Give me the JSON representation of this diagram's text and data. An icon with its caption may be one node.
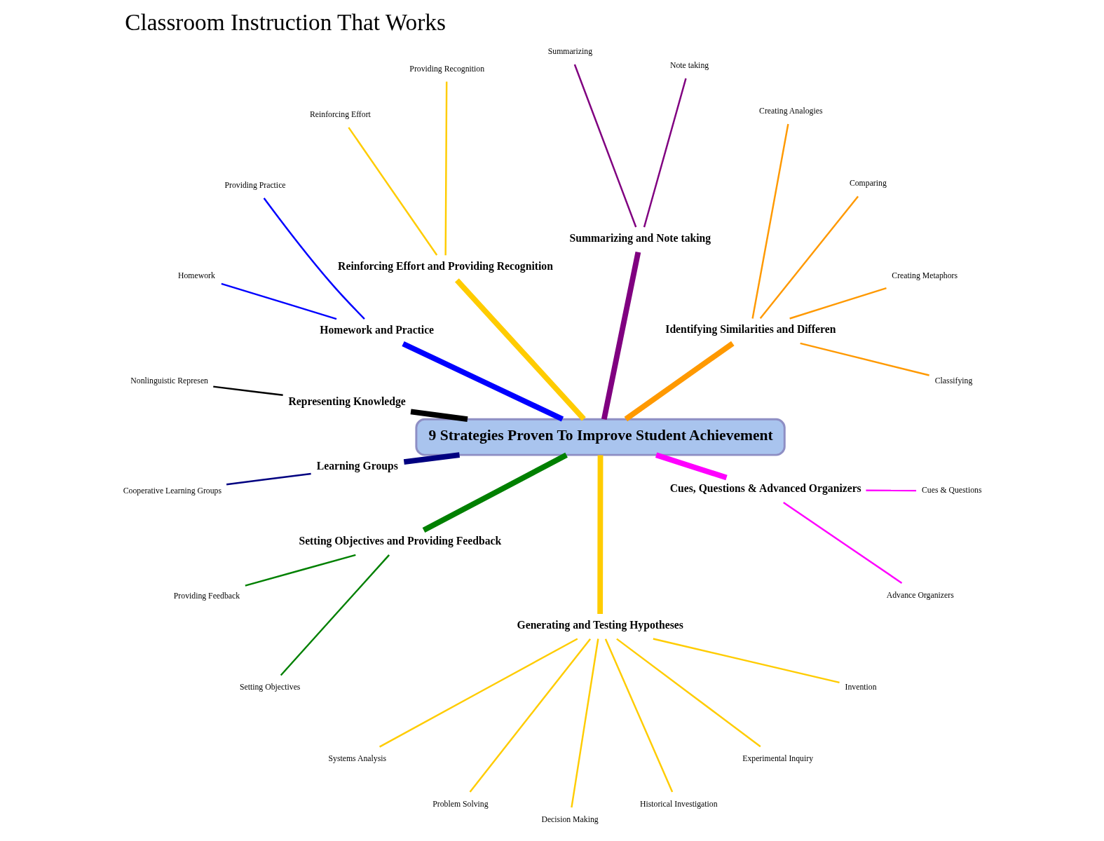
{
  "diagram": {
    "title": "Classroom Instruction That Works",
    "nodes": [
      {
        "text": [
          "9 Strategies Proven To Improve Student Achievement"
        ]
      },
      {
        "text": [
          "Identifying Similarities and Differen"
        ]
      },
      {
        "text": [
          "Classifying"
        ]
      },
      {
        "text": [
          "Creating Metaphors"
        ]
      },
      {
        "text": [
          "Comparing"
        ]
      },
      {
        "text": [
          "Creating Analogies"
        ]
      },
      {
        "text": [
          "Summarizing and Note taking"
        ]
      },
      {
        "text": [
          "Note taking"
        ]
      },
      {
        "text": [
          "Summarizing"
        ]
      },
      {
        "text": [
          "Reinforcing Effort and Providing Recognition"
        ]
      },
      {
        "text": [
          "Providing Recognition"
        ]
      },
      {
        "text": [
          "Reinforcing Effort"
        ]
      },
      {
        "text": [
          "Homework and Practice"
        ]
      },
      {
        "text": [
          "Providing Practice"
        ]
      },
      {
        "text": [
          "Homework"
        ]
      },
      {
        "text": [
          "Representing Knowledge"
        ]
      },
      {
        "text": [
          "Nonlinguistic Represen"
        ]
      },
      {
        "text": [
          "Learning Groups"
        ]
      },
      {
        "text": [
          "Cooperative Learning Groups"
        ]
      },
      {
        "text": [
          "Setting Objectives and Providing Feedback"
        ]
      },
      {
        "text": [
          "Providing Feedback"
        ]
      },
      {
        "text": [
          "Setting Objectives"
        ]
      },
      {
        "text": [
          "Generating and Testing Hypotheses"
        ]
      },
      {
        "text": [
          "Systems Analysis"
        ]
      },
      {
        "text": [
          "Problem Solving"
        ]
      },
      {
        "text": [
          "Decision Making"
        ]
      },
      {
        "text": [
          "Historical Investigation"
        ]
      },
      {
        "text": [
          "Experimental Inquiry"
        ]
      },
      {
        "text": [
          "Invention"
        ]
      },
      {
        "text": [
          "Cues, Questions & Advanced Organizers"
        ]
      },
      {
        "text": [
          "Advance Organizers"
        ]
      },
      {
        "text": [
          "Cues & Questions"
        ]
      }
    ],
    "edges": [
      {
        "from": 0,
        "to": 1,
        "arrow": "none",
        "style": "thick",
        "color": "#ff9900"
      },
      {
        "from": 1,
        "to": 2,
        "arrow": "none",
        "color": "#ff9900"
      },
      {
        "from": 1,
        "to": 3,
        "arrow": "none",
        "color": "#ff9900"
      },
      {
        "from": 1,
        "to": 4,
        "arrow": "none",
        "color": "#ff9900"
      },
      {
        "from": 1,
        "to": 5,
        "arrow": "none",
        "color": "#ff9900"
      },
      {
        "from": 0,
        "to": 6,
        "arrow": "none",
        "style": "thick",
        "color": "#800080"
      },
      {
        "from": 6,
        "to": 7,
        "arrow": "none",
        "color": "#800080"
      },
      {
        "from": 6,
        "to": 8,
        "arrow": "none",
        "color": "#800080"
      },
      {
        "from": 0,
        "to": 9,
        "arrow": "none",
        "style": "thick"
      },
      {
        "from": 9,
        "to": 10,
        "arrow": "none"
      },
      {
        "from": 9,
        "to": 11,
        "arrow": "none"
      },
      {
        "from": 0,
        "to": 12,
        "arrow": "none",
        "style": "thick",
        "color": "#0000ff"
      },
      {
        "from": 12,
        "to": 13,
        "arrow": "none",
        "color": "#0000ff"
      },
      {
        "from": 12,
        "to": 14,
        "arrow": "none",
        "color": "#0000ff"
      },
      {
        "from": 0,
        "to": 15,
        "arrow": "none",
        "style": "thick",
        "color": "#000000"
      },
      {
        "from": 15,
        "to": 16,
        "arrow": "none",
        "color": "#000000"
      },
      {
        "from": 0,
        "to": 17,
        "arrow": "none",
        "style": "thick",
        "color": "#000080"
      },
      {
        "from": 17,
        "to": 18,
        "arrow": "none",
        "color": "#000080"
      },
      {
        "from": 0,
        "to": 19,
        "arrow": "none",
        "style": "thick",
        "color": "#008000"
      },
      {
        "from": 19,
        "to": 20,
        "arrow": "none",
        "color": "#008000"
      },
      {
        "from": 19,
        "to": 21,
        "arrow": "none",
        "color": "#008000"
      },
      {
        "from": 0,
        "to": 22,
        "arrow": "none",
        "style": "thick"
      },
      {
        "from": 22,
        "to": 23,
        "arrow": "none"
      },
      {
        "from": 22,
        "to": 24,
        "arrow": "none"
      },
      {
        "from": 22,
        "to": 25,
        "arrow": "none"
      },
      {
        "from": 22,
        "to": 26,
        "arrow": "none"
      },
      {
        "from": 22,
        "to": 27,
        "arrow": "none"
      },
      {
        "from": 22,
        "to": 28,
        "arrow": "none"
      },
      {
        "from": 0,
        "to": 29,
        "arrow": "none",
        "style": "thick",
        "color": "#ff00ff"
      },
      {
        "from": 29,
        "to": 30,
        "arrow": "none",
        "color": "#ff00ff"
      },
      {
        "from": 29,
        "to": 31,
        "arrow": "none",
        "color": "#ff00ff"
      }
    ]
  }
}
